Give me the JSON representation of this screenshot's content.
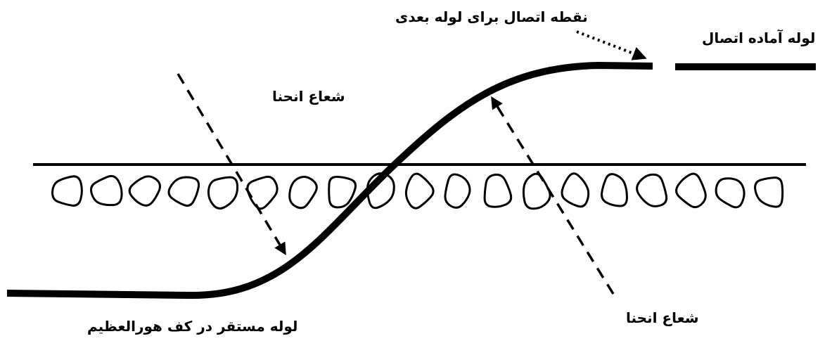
{
  "labels": {
    "connection_point": "نقطه اتصال برای لوله بعدی",
    "pipe_ready": "لوله آماده اتصال",
    "bend_radius_upper": "شعاع انحنا",
    "bend_radius_lower": "شعاع انحنا",
    "pipe_on_floor": "لوله مستقر در کف هورالعظیم"
  },
  "colors": {
    "ink": "#000000",
    "background": "#ffffff"
  }
}
